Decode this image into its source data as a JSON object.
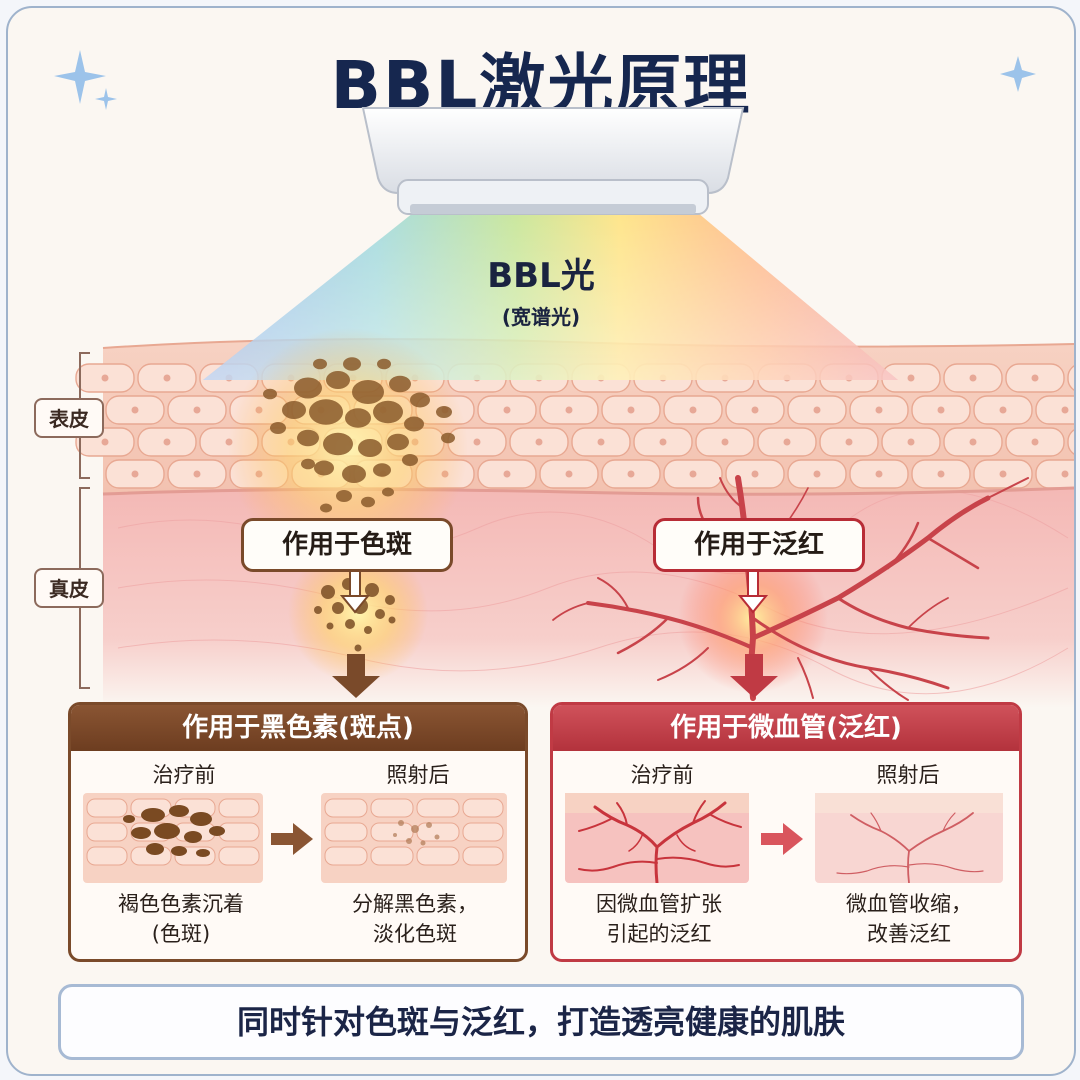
{
  "title": "BBL激光原理",
  "beam": {
    "title": "BBL光",
    "subtitle": "(宽谱光)"
  },
  "layers": {
    "epidermis": "表皮",
    "dermis": "真皮"
  },
  "callouts": {
    "pigment": "作用于色斑",
    "redness": "作用于泛红"
  },
  "panel_pigment": {
    "header": "作用于黑色素(斑点)",
    "before_label": "治疗前",
    "after_label": "照射后",
    "before_caption": [
      "褐色色素沉着",
      "(色斑)"
    ],
    "after_caption": [
      "分解黑色素，",
      "淡化色斑"
    ]
  },
  "panel_redness": {
    "header": "作用于微血管(泛红)",
    "before_label": "治疗前",
    "after_label": "照射后",
    "before_caption": [
      "因微血管扩张",
      "引起的泛红"
    ],
    "after_caption": [
      "微血管收缩，",
      "改善泛红"
    ]
  },
  "bottom_text": "同时针对色斑与泛红，打造透亮健康的肌肤",
  "colors": {
    "navy": "#16274f",
    "brown": "#7a4a2a",
    "red": "#c03a44",
    "skin": "#f6c9b8"
  },
  "icons": [
    "sparkle-icon",
    "down-arrow-icon",
    "right-arrow-icon"
  ]
}
